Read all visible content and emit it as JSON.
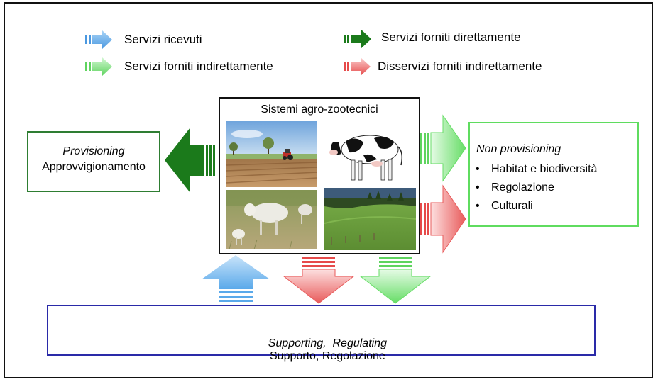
{
  "legend": {
    "received": "Servizi ricevuti",
    "direct": "Servizi forniti direttamente",
    "indirect": "Servizi forniti indirettamente",
    "disservices": "Disservizi forniti indirettamente"
  },
  "center": {
    "title": "Sistemi agro-zootecnici",
    "images": [
      "tractor-field-photo",
      "cow-photo",
      "sheep-photo",
      "pasture-photo"
    ]
  },
  "provisioning": {
    "title_en": "Provisioning",
    "title_it": "Approvvigionamento"
  },
  "non_provisioning": {
    "title_en": "Non provisioning",
    "items": [
      "Habitat e biodiversità",
      "Regolazione",
      "Culturali"
    ]
  },
  "supporting": {
    "label_en": "Supporting,  Regulating",
    "label_it": "Supporto, Regolazione"
  },
  "colors": {
    "received_blue": "#5aa9ea",
    "direct_green": "#1b7a1b",
    "indirect_green": "#66dd66",
    "disservice_red": "#e85a5a"
  }
}
